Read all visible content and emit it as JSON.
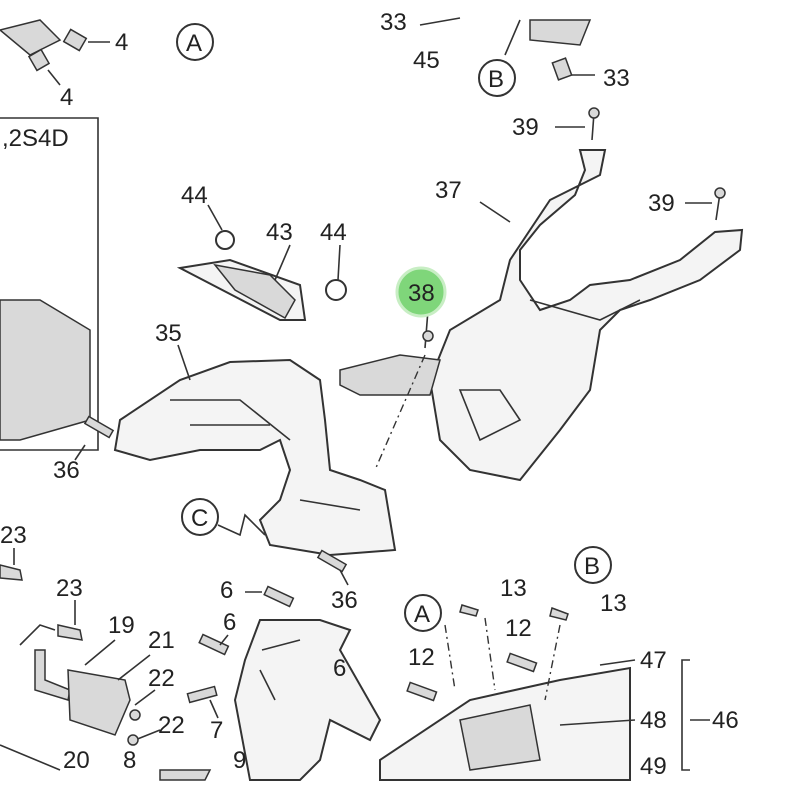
{
  "diagram": {
    "model_code": ",2S4D",
    "highlight_color": "#7fd67a",
    "highlighted_part": "38",
    "callouts": {
      "a1": "A",
      "a2": "A",
      "b1": "B",
      "b2": "B",
      "c1": "C"
    },
    "parts": {
      "p4a": "4",
      "p4b": "4",
      "p33a": "33",
      "p45": "45",
      "p33b": "33",
      "p39a": "39",
      "p37": "37",
      "p39b": "39",
      "p44a": "44",
      "p43": "43",
      "p44b": "44",
      "p38": "38",
      "p35": "35",
      "p36a": "36",
      "p36b": "36",
      "p23a": "23",
      "p23b": "23",
      "p19": "19",
      "p21": "21",
      "p22a": "22",
      "p22b": "22",
      "p6a": "6",
      "p6b": "6",
      "p6c": "6",
      "p7": "7",
      "p20": "20",
      "p8": "8",
      "p9": "9",
      "p13a": "13",
      "p13b": "13",
      "p12a": "12",
      "p12b": "12",
      "p47": "47",
      "p48": "48",
      "p46": "46",
      "p49": "49"
    }
  }
}
